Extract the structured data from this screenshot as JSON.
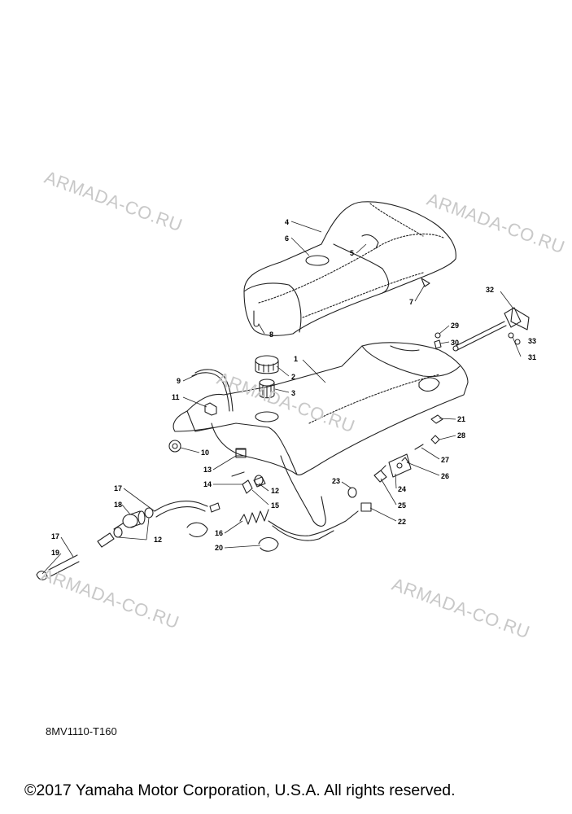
{
  "watermark": "ARMADA-CO.RU",
  "diagram_code": "8MV1110-T160",
  "copyright": "©2017 Yamaha Motor Corporation, U.S.A. All rights reserved.",
  "callouts": [
    "1",
    "2",
    "3",
    "4",
    "5",
    "6",
    "7",
    "8",
    "9",
    "10",
    "11",
    "12",
    "12",
    "12",
    "13",
    "14",
    "15",
    "16",
    "17",
    "17",
    "18",
    "19",
    "20",
    "21",
    "22",
    "23",
    "24",
    "25",
    "26",
    "27",
    "28",
    "29",
    "30",
    "31",
    "32",
    "33"
  ]
}
